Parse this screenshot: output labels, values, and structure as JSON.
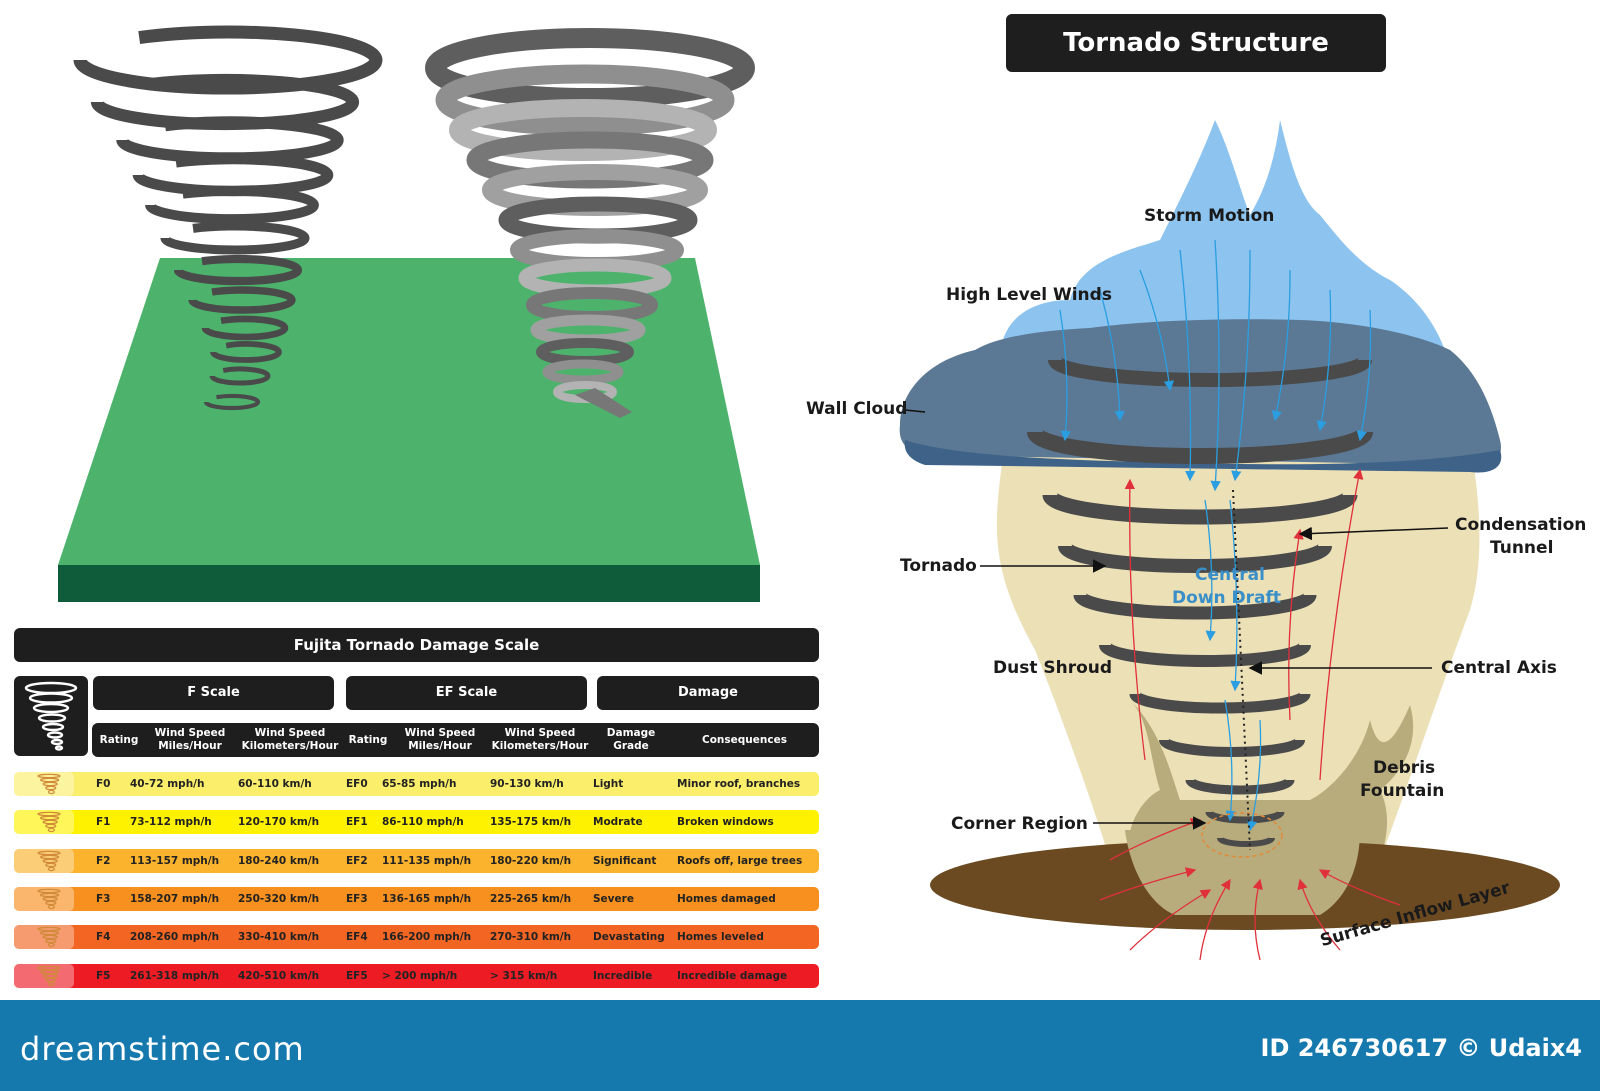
{
  "structure": {
    "title": "Tornado Structure",
    "labels": {
      "storm_motion": "Storm Motion",
      "high_level_winds": "High Level Winds",
      "wall_cloud": "Wall Cloud",
      "tornado": "Tornado",
      "condensation_tunnel_1": "Condensation",
      "condensation_tunnel_2": "Tunnel",
      "central_down_draft_1": "Central",
      "central_down_draft_2": "Down Draft",
      "dust_shroud": "Dust Shroud",
      "central_axis": "Central Axis",
      "debris_fountain_1": "Debris",
      "debris_fountain_2": "Fountain",
      "corner_region": "Corner Region",
      "surface_inflow_layer": "Surface Inflow Layer"
    },
    "colors": {
      "cloud_light": "#8cc3ef",
      "cloud_dark": "#5b7894",
      "dust": "#ece0b6",
      "debris": "#b9ac7c",
      "ground": "#6b4a22",
      "rings": "#4a4a4a",
      "downdraft_arrows": "#2a9ee0",
      "inflow_arrows": "#e0303a"
    }
  },
  "scale": {
    "title": "Fujita Tornado Damage Scale",
    "groups": [
      "F Scale",
      "EF Scale",
      "Damage"
    ],
    "columns": [
      {
        "l1": "Rating",
        "l2": ""
      },
      {
        "l1": "Wind Speed",
        "l2": "Miles/Hour"
      },
      {
        "l1": "Wind Speed",
        "l2": "Kilometers/Hour"
      },
      {
        "l1": "Rating",
        "l2": ""
      },
      {
        "l1": "Wind Speed",
        "l2": "Miles/Hour"
      },
      {
        "l1": "Wind Speed",
        "l2": "Kilometers/Hour"
      },
      {
        "l1": "Damage",
        "l2": "Grade"
      },
      {
        "l1": "Consequences",
        "l2": ""
      }
    ],
    "rows": [
      {
        "f": "F0",
        "f_mph": "40-72 mph/h",
        "f_kmh": "60-110 km/h",
        "ef": "EF0",
        "ef_mph": "65-85 mph/h",
        "ef_kmh": "90-130 km/h",
        "grade": "Light",
        "conseq": "Minor roof, branches",
        "color": "#fbee6a"
      },
      {
        "f": "F1",
        "f_mph": "73-112 mph/h",
        "f_kmh": "120-170 km/h",
        "ef": "EF1",
        "ef_mph": "86-110 mph/h",
        "ef_kmh": "135-175 km/h",
        "grade": "Modrate",
        "conseq": "Broken windows",
        "color": "#fff200"
      },
      {
        "f": "F2",
        "f_mph": "113-157 mph/h",
        "f_kmh": "180-240 km/h",
        "ef": "EF2",
        "ef_mph": "111-135 mph/h",
        "ef_kmh": "180-220 km/h",
        "grade": "Significant",
        "conseq": "Roofs off, large trees",
        "color": "#fbb32e"
      },
      {
        "f": "F3",
        "f_mph": "158-207 mph/h",
        "f_kmh": "250-320 km/h",
        "ef": "EF3",
        "ef_mph": "136-165 mph/h",
        "ef_kmh": "225-265 km/h",
        "grade": "Severe",
        "conseq": "Homes damaged",
        "color": "#f7901e"
      },
      {
        "f": "F4",
        "f_mph": "208-260 mph/h",
        "f_kmh": "330-410 km/h",
        "ef": "EF4",
        "ef_mph": "166-200 mph/h",
        "ef_kmh": "270-310 km/h",
        "grade": "Devastating",
        "conseq": "Homes leveled",
        "color": "#f26522"
      },
      {
        "f": "F5",
        "f_mph": "261-318 mph/h",
        "f_kmh": "420-510 km/h",
        "ef": "EF5",
        "ef_mph": "> 200 mph/h",
        "ef_kmh": "> 315 km/h",
        "grade": "Incredible",
        "conseq": "Incredible damage",
        "color": "#ed1c24"
      }
    ]
  },
  "footer": {
    "brand": "dreamstime.com",
    "credit": "ID 246730617 © Udaix4"
  }
}
